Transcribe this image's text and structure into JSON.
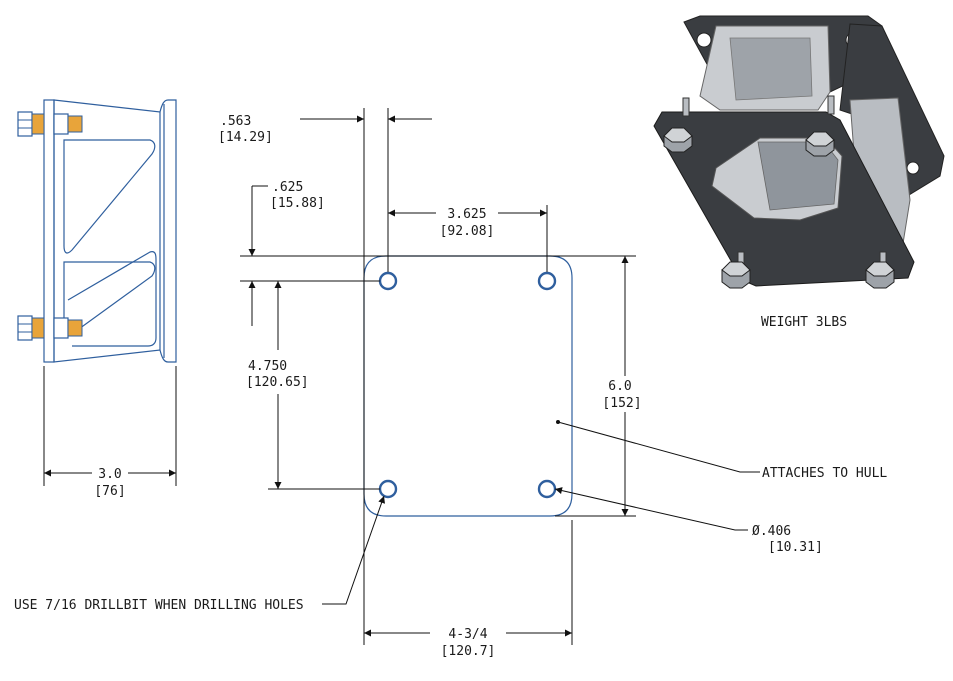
{
  "dimensions": {
    "hole_offset_x": {
      "in": ".563",
      "mm": "[14.29]"
    },
    "hole_offset_y": {
      "in": ".625",
      "mm": "[15.88]"
    },
    "hole_spacing_x": {
      "in": "3.625",
      "mm": "[92.08]"
    },
    "hole_spacing_y": {
      "in": "4.750",
      "mm": "[120.65]"
    },
    "plate_height": {
      "in": "6.0",
      "mm": "[152]"
    },
    "plate_width": {
      "in": "4-3/4",
      "mm": "[120.7]"
    },
    "side_depth": {
      "in": "3.0",
      "mm": "[76]"
    },
    "hole_diameter": {
      "symbol": "Ø",
      "in": ".406",
      "mm": "[10.31]"
    }
  },
  "notes": {
    "attaches": "ATTACHES TO HULL",
    "drill": "USE 7/16 DRILLBIT WHEN DRILLING HOLES",
    "weight": "WEIGHT 3LBS"
  },
  "colors": {
    "part_line": "#2f5f9e",
    "render_dark": "#3a3d41",
    "render_light": "#c9ccd0",
    "bolt_thread": "#e8a43a"
  }
}
